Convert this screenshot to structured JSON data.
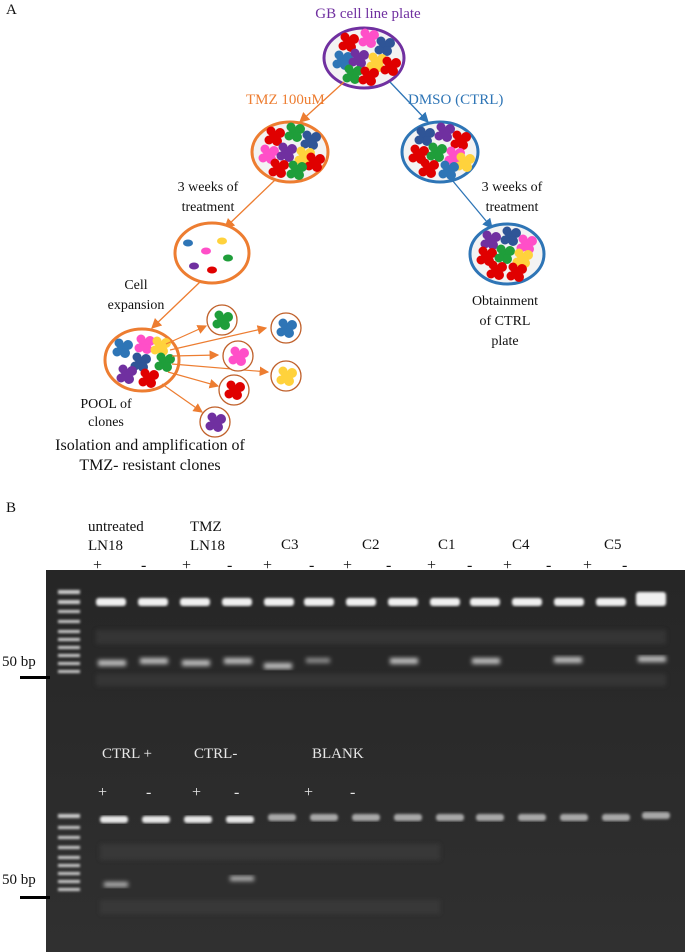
{
  "panel_a": {
    "label": "A",
    "top_plate": "GB cell line plate",
    "tmz_label": "TMZ 100uM",
    "dmso_label": "DMSO (CTRL)",
    "left_treatment": [
      "3 weeks of",
      "treatment"
    ],
    "right_treatment": [
      "3 weeks of",
      "treatment"
    ],
    "cell_expansion": [
      "Cell",
      "expansion"
    ],
    "obtainment": [
      "Obtainment",
      "of CTRL",
      "plate"
    ],
    "pool": [
      "POOL of",
      "clones"
    ],
    "isolation": [
      "Isolation and amplification of",
      "TMZ- resistant clones"
    ],
    "colors": {
      "purple": "#7030a0",
      "orange": "#ed7d31",
      "blue": "#2e75b6",
      "red": "#e00000",
      "green": "#1f9e3a",
      "yellow": "#ffd23c",
      "pink": "#ff4fc8",
      "darkblue": "#2f5597"
    }
  },
  "panel_b": {
    "label": "B",
    "top_labels": [
      {
        "line1": "untreated",
        "line2": "LN18"
      },
      {
        "line1": "TMZ",
        "line2": "LN18"
      },
      {
        "line1": "",
        "line2": "C3"
      },
      {
        "line1": "",
        "line2": "C2"
      },
      {
        "line1": "",
        "line2": "C1"
      },
      {
        "line1": "",
        "line2": "C4"
      },
      {
        "line1": "",
        "line2": "C5"
      }
    ],
    "top_signs": [
      "+",
      "-",
      "+",
      "-",
      "+",
      "-",
      "+",
      "-",
      "+",
      "-",
      "+",
      "-",
      "+",
      "-"
    ],
    "bottom_labels": [
      "CTRL +",
      "CTRL-",
      "BLANK"
    ],
    "bottom_signs": [
      "+",
      "-",
      "+",
      "-",
      "+",
      "-"
    ],
    "marker_top": "50 bp",
    "marker_bottom": "50 bp"
  }
}
